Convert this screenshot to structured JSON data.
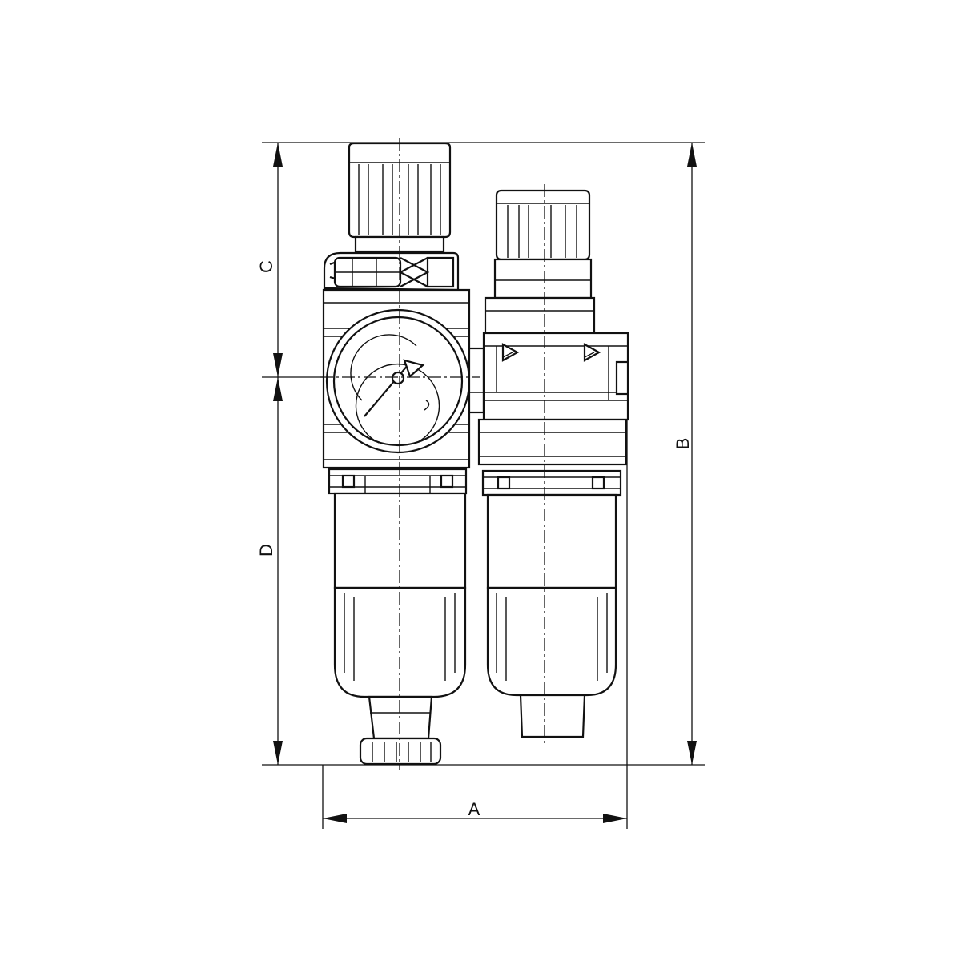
{
  "drawing": {
    "dimensions": {
      "A": "A",
      "B": "B",
      "C": "C",
      "D": "D"
    },
    "components": [
      {
        "name": "filter-regulator",
        "features": [
          "adjusting-knob",
          "pressure-gauge",
          "filter-bowl",
          "drain-knob"
        ]
      },
      {
        "name": "lubricator",
        "features": [
          "oil-adjusting-knob",
          "flow-direction-arrows",
          "lubricator-bowl"
        ]
      }
    ]
  }
}
